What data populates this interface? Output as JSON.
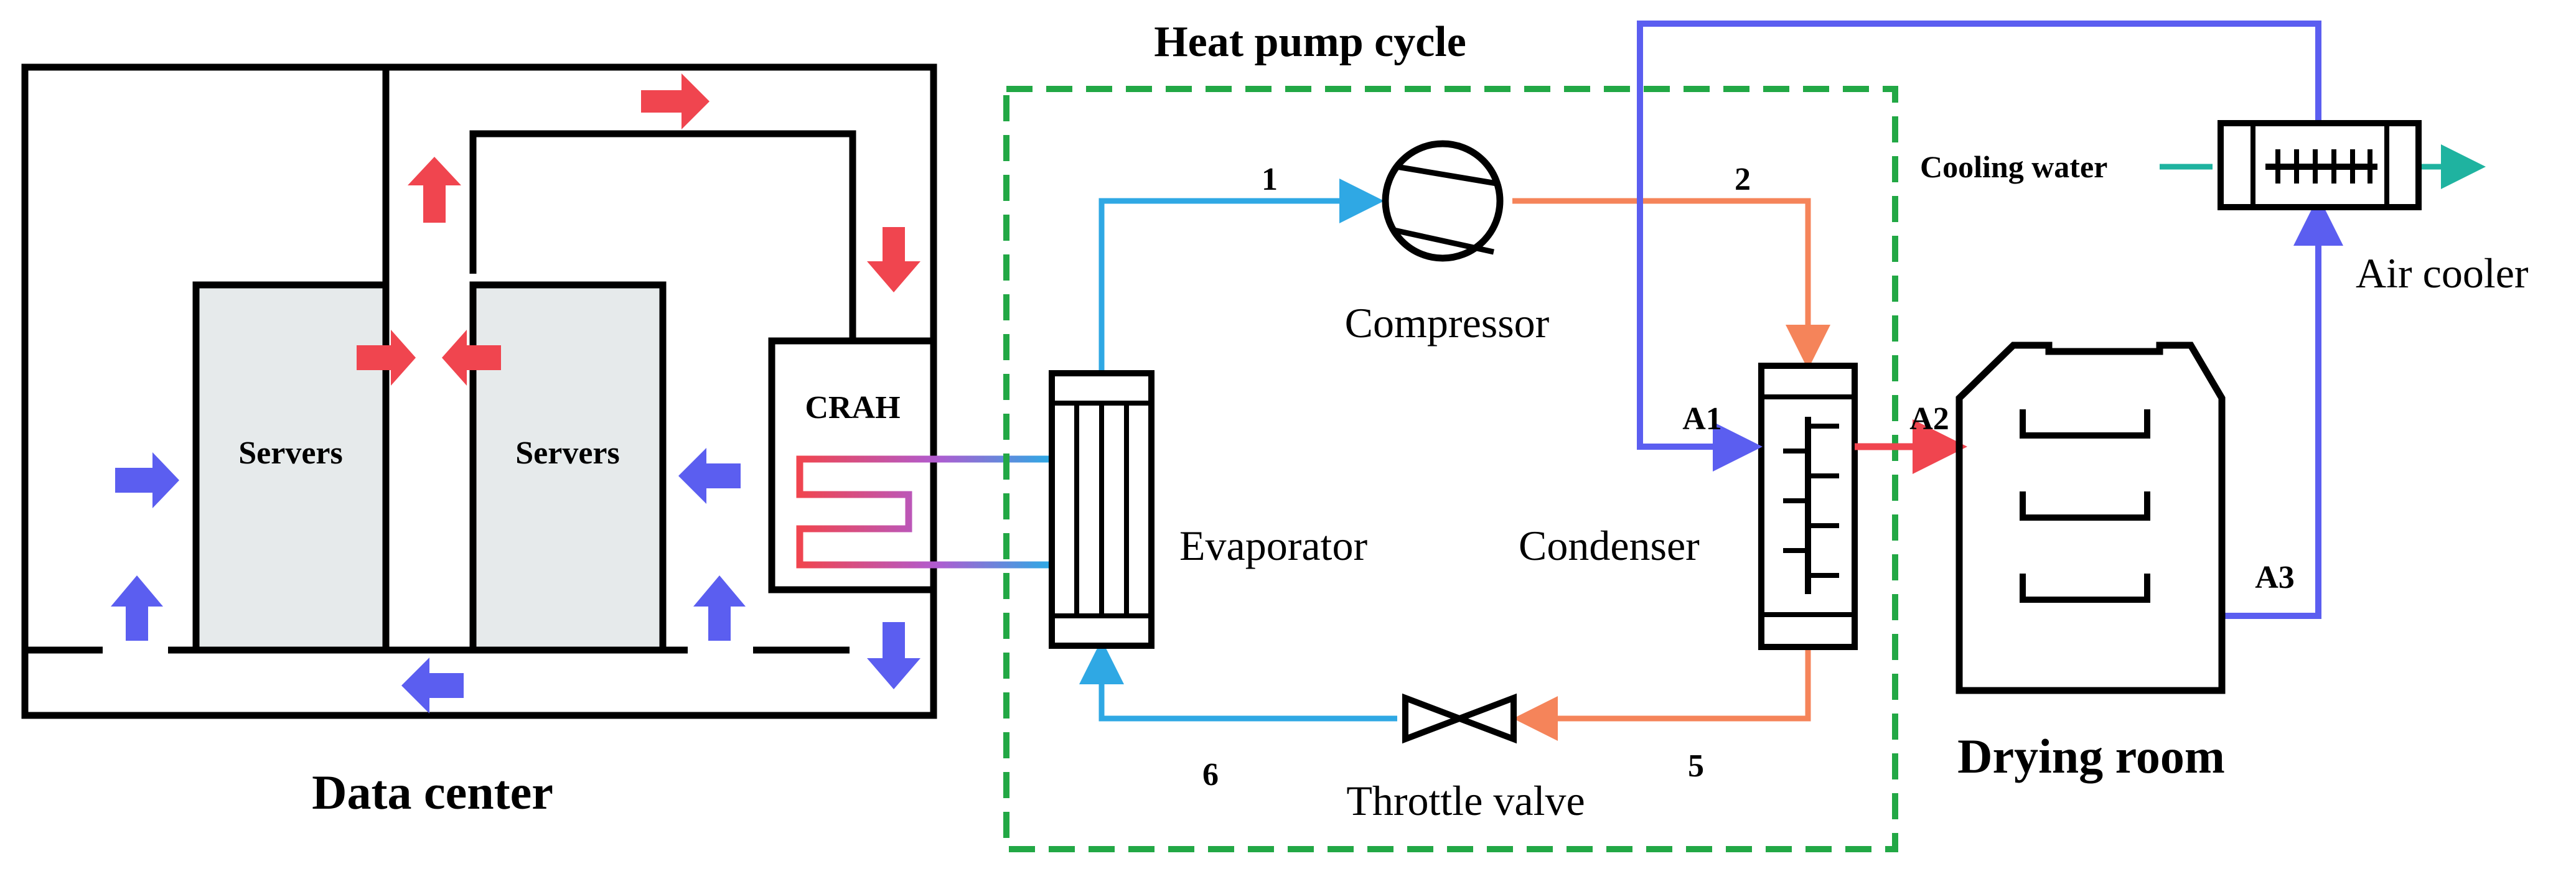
{
  "labels": {
    "heat_pump_cycle": "Heat pump cycle",
    "data_center": "Data center",
    "drying_room": "Drying room",
    "servers_left": "Servers",
    "servers_right": "Servers",
    "crah": "CRAH",
    "compressor": "Compressor",
    "evaporator": "Evaporator",
    "condenser": "Condenser",
    "throttle_valve": "Throttle valve",
    "air_cooler": "Air cooler",
    "cooling_water": "Cooling water",
    "state_1": "1",
    "state_2": "2",
    "state_5": "5",
    "state_6": "6",
    "air_a1": "A1",
    "air_a2": "A2",
    "air_a3": "A3"
  },
  "colors": {
    "hot_air": "#f0454f",
    "cold_air": "#5b5ef0",
    "refrigerant_cold": "#2fa8e4",
    "refrigerant_hot": "#f5845a",
    "cooling_water": "#1fb3a0",
    "cycle_border": "#22a845",
    "server_fill": "#e6eaeb"
  }
}
